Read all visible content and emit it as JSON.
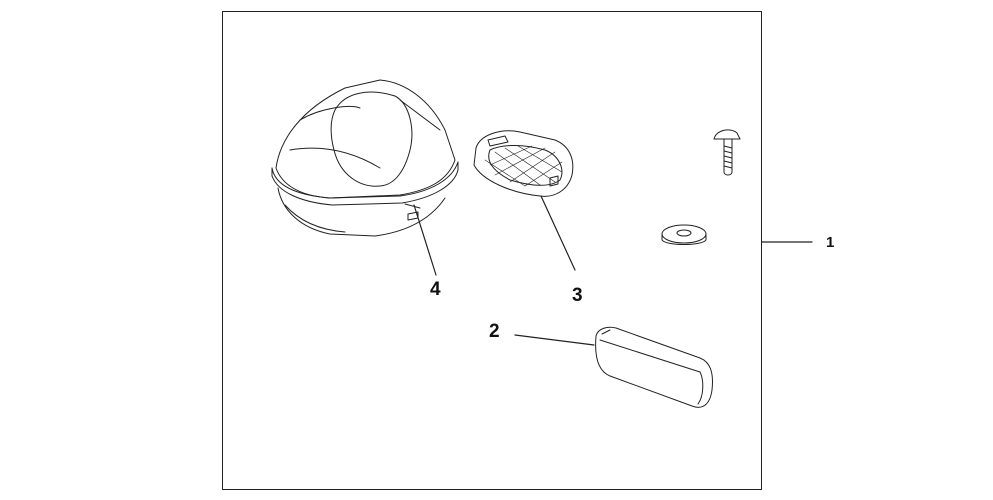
{
  "callouts": {
    "one": "1",
    "two": "2",
    "three": "3",
    "four": "4"
  },
  "colors": {
    "line": "#222222",
    "background": "#ffffff"
  }
}
